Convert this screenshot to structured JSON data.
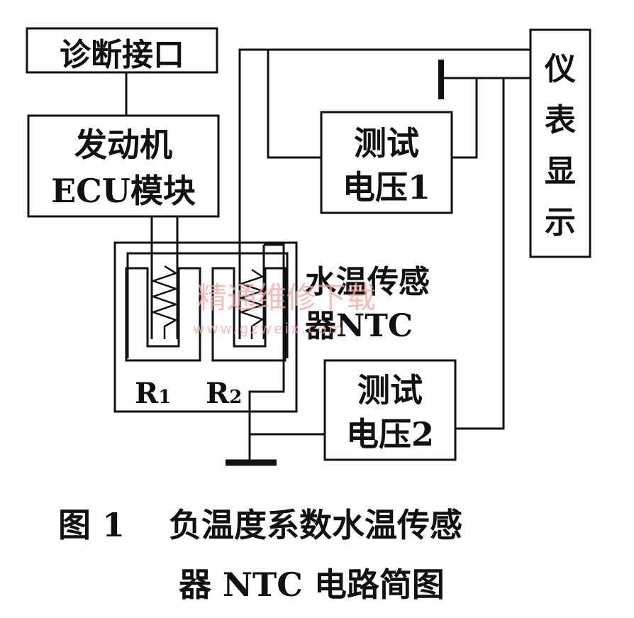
{
  "blocks": {
    "diagnostic_port": "诊断接口",
    "engine_ecu_line1": "发动机",
    "engine_ecu_line2": "ECU模块",
    "test_voltage1_line1": "测试",
    "test_voltage1_line2": "电压1",
    "test_voltage2_line1": "测试",
    "test_voltage2_line2": "电压2",
    "instrument_display": [
      "仪",
      "表",
      "显",
      "示"
    ]
  },
  "sensor": {
    "name_line1": "水温传感",
    "name_line2": "器NTC",
    "r1_label": "R",
    "r1_sub": "1",
    "r2_label": "R",
    "r2_sub": "2"
  },
  "watermark": {
    "cn": "精通维修下载",
    "url": "www.gzweix.com"
  },
  "caption": {
    "line1": "图 1　 负温度系数水温传感",
    "line2": "器 NTC 电路简图"
  },
  "colors": {
    "ink": "#111111",
    "watermark": "#f2a8a0"
  }
}
